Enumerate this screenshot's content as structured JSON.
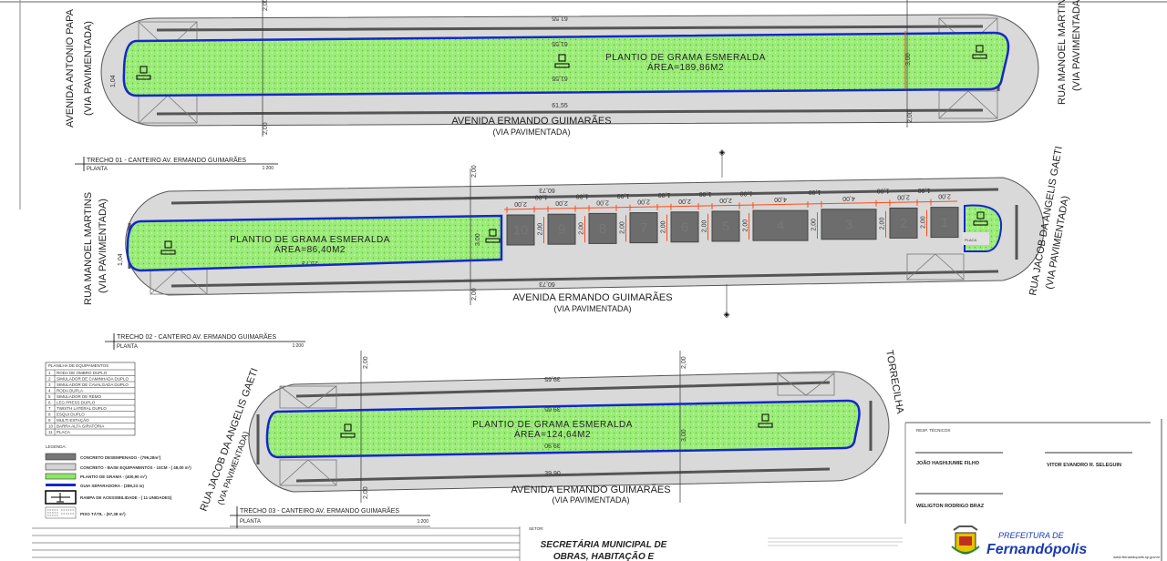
{
  "trechos": [
    {
      "title": "TRECHO 01 - CANTEIRO AV.  ERMANDO GUIMARÃES",
      "view": "PLANTA",
      "scale": "1:200",
      "grass_label": "PLANTIO DE GRAMA ESMERALDA",
      "area": "ÁREA=189,86M2",
      "street_left": "AVENIDA ANTONIO PAPA",
      "street_left_sub": "(VIA PAVIMENTADA)",
      "street_right": "RUA MANOEL MARTINS",
      "street_right_sub": "(VIA PAVIMENTADA)",
      "street_bottom": "AVENIDA ERMANDO GUIMARÃES",
      "street_bottom_sub": "(VIA PAVIMENTADA)",
      "length": "61,55",
      "offset": "2,00",
      "width": "3,00",
      "end_width": "1,04"
    },
    {
      "title": "TRECHO 02 - CANTEIRO AV.  ERMANDO GUIMARÃES",
      "view": "PLANTA",
      "scale": "1:200",
      "grass_label": "PLANTIO DE GRAMA ESMERALDA",
      "area": "ÁREA=86,40M2",
      "street_left": "RUA MANOEL MARTINS",
      "street_left_sub": "(VIA PAVIMENTADA)",
      "street_right": "RUA JACOB DA ANGELIS GAETI",
      "street_right_sub": "(VIA PAVIMENTADA)",
      "street_bottom": "AVENIDA ERMANDO GUIMARÃES",
      "street_bottom_sub": "(VIA PAVIMENTADA)",
      "length": "60,73",
      "offset": "2,00",
      "width": "3,00",
      "end_width": "1,04",
      "grass_length": "25,73",
      "plaque": "PLACA",
      "equipment_numbers": [
        "10",
        "9",
        "8",
        "7",
        "6",
        "5",
        "4",
        "3",
        "2",
        "1"
      ],
      "equipment_dims": [
        "2,00",
        "1,00",
        "2,00",
        "1,00",
        "2,00",
        "1,00",
        "2,00",
        "1,00",
        "2,00",
        "1,00",
        "2,00",
        "1,00",
        "4,00",
        "1,00",
        "4,00",
        "1,00",
        "2,00",
        "1,00",
        "2,00"
      ],
      "equipment_depth": "2,00"
    },
    {
      "title": "TRECHO 03 - CANTEIRO AV.  ERMANDO GUIMARÃES",
      "view": "PLANTA",
      "scale": "1:200",
      "grass_label": "PLANTIO DE GRAMA ESMERALDA",
      "area": "ÁREA=124,64M2",
      "street_left": "RUA JACOB DA ANGELIS GAETI",
      "street_left_sub": "(VIA PAVIMENTADA)",
      "street_right": "TORRECILHA",
      "street_bottom": "AVENIDA ERMANDO GUIMARÃES",
      "street_bottom_sub": "(VIA PAVIMENTADA)",
      "length_top": "39,65",
      "length_bottom": "39,90",
      "offset": "2,00",
      "width": "3,00"
    }
  ],
  "equipment_table": {
    "title": "PLANILHA DE EQUIPAMENTOS",
    "rows": [
      {
        "n": "1",
        "name": "RODA DE OMBRO DUPLO"
      },
      {
        "n": "2",
        "name": "SIMULADOR DE CAMINHADA DUPLO"
      },
      {
        "n": "3",
        "name": "SIMULADOR DE CAVALGADA DUPLO"
      },
      {
        "n": "4",
        "name": "RODA DUPLA"
      },
      {
        "n": "5",
        "name": "SIMULADOR DE REMO"
      },
      {
        "n": "6",
        "name": "LEG PRESS DUPLO"
      },
      {
        "n": "7",
        "name": "TWISTH LATERAL DUPLO"
      },
      {
        "n": "8",
        "name": "ESQUI DUPLO"
      },
      {
        "n": "9",
        "name": "MULTI ESTAÇÃO"
      },
      {
        "n": "10",
        "name": "BARRA ALTA GIRATÓRIA"
      },
      {
        "n": "11",
        "name": "PLACA"
      }
    ]
  },
  "legend": {
    "title": "LEGENDA:",
    "items": [
      {
        "label": "CONCRETO DESEMPENADO - (799,28m²)",
        "color": "#777777"
      },
      {
        "label": "CONCRETO - BASE EQUIPAMENTOS - 10CM - ( 48,00 m²)",
        "color": "#d4d4d4"
      },
      {
        "label": "PLANTIO DE GRAMA - (400,90 m²)",
        "color": "#8ee86a"
      },
      {
        "label": "GUIA SEPARADORA - (289,23 m)",
        "color": "#1428c8"
      },
      {
        "label": "RAMPA DE ACESSIBILIDADE - ( 11 UNIDADES)",
        "color": "#000000"
      },
      {
        "label": "PISO TÁTIL - (97,38 m²)",
        "color": "#999999"
      }
    ]
  },
  "title_block": {
    "resp_label": "RESP. TÉCNICOS",
    "people": [
      {
        "name": "JOÃO HASHIJUMIE FILHO"
      },
      {
        "name": "VITOR EVANDRO R. SELEGUIN"
      },
      {
        "name": "WELIGTON RODRIGO BRAZ"
      }
    ],
    "setor_label": "SETOR:",
    "setor_line1": "SECRETÁRIA MUNICIPAL DE",
    "setor_line2": "OBRAS, HABITAÇÃO E",
    "logo_top": "PREFEITURA DE",
    "logo_name": "Fernandópolis",
    "website": "www.fernandopolis.sp.gov.br"
  },
  "colors": {
    "grass": "#8ee86a",
    "curb": "#1428c8",
    "concrete": "#d9d9d9",
    "dark_concrete": "#6d6d6d",
    "dimension": "#ff4a1a"
  }
}
